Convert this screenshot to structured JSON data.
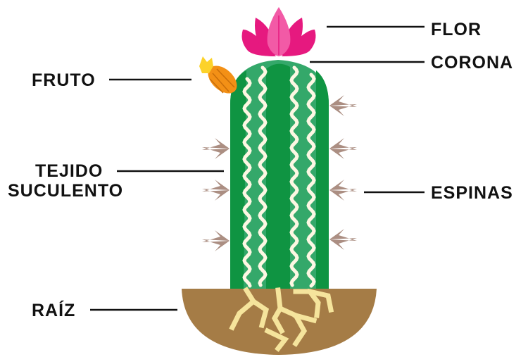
{
  "labels": {
    "flor": "FLOR",
    "corona": "CORONA",
    "fruto": "FRUTO",
    "tejido_line1": "TEJIDO",
    "tejido_line2": "SUCULENTO",
    "espinas": "ESPINAS",
    "raiz": "RAÍZ"
  },
  "colors": {
    "dark_green": "#0f9442",
    "light_green": "#34a86a",
    "rib_cream": "#fdf7e3",
    "flower_pink": "#e6197f",
    "flower_light": "#f25aa6",
    "fruit_orange": "#f39016",
    "fruit_yellow": "#fcd22a",
    "soil_brown": "#a57c46",
    "root_yellow": "#f5e49c",
    "spine_brown": "#ab8e82",
    "leader_line": "#111111"
  }
}
